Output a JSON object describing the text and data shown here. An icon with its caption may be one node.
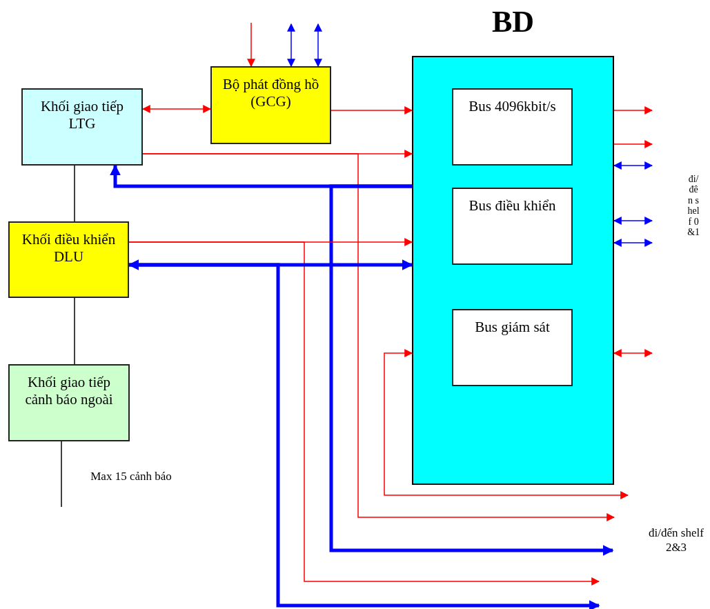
{
  "diagram": {
    "nodes": [
      {
        "text": [
          "Khối giao tiếp LTG"
        ]
      },
      {
        "text": [
          "Bộ phát đồng hồ (GCG)"
        ]
      },
      {
        "text": [
          "Khối điều khiển DLU"
        ]
      },
      {
        "text": [
          "Khối giao tiếp cảnh báo ngoài"
        ]
      },
      {
        "text": [
          "BD"
        ]
      },
      {
        "text": [
          "Bus 4096kbit/s"
        ],
        "in": 4
      },
      {
        "text": [
          "Bus điều khiển"
        ],
        "in": 4
      },
      {
        "text": [
          "Bus giám sát"
        ],
        "in": 4
      }
    ],
    "edges": [
      {
        "from": 0,
        "to": 1,
        "arrow": "both"
      },
      {
        "from": null,
        "to": 1,
        "arrow": "to"
      },
      {
        "from": 1,
        "to": null,
        "arrow": "both",
        "color": "#0000ff"
      },
      {
        "from": 1,
        "to": null,
        "arrow": "both",
        "color": "#0000ff"
      },
      {
        "from": 1,
        "to": 4,
        "arrow": "to"
      },
      {
        "from": 0,
        "to": 4,
        "arrow": "to"
      },
      {
        "from": 0,
        "to": null,
        "arrow": "to"
      },
      {
        "from": 4,
        "to": 0,
        "arrow": "to",
        "style": "thick",
        "color": "#0000ff"
      },
      {
        "from": 4,
        "to": null,
        "arrow": "to",
        "style": "thick",
        "color": "#0000ff"
      },
      {
        "from": 2,
        "to": 4,
        "arrow": "to"
      },
      {
        "from": 2,
        "to": null,
        "arrow": "to"
      },
      {
        "from": 2,
        "to": 4,
        "arrow": "both",
        "style": "thick",
        "color": "#0000ff"
      },
      {
        "from": 2,
        "to": null,
        "arrow": "to",
        "style": "thick",
        "color": "#0000ff"
      },
      {
        "from": null,
        "to": 4,
        "arrow": "both"
      },
      {
        "from": 4,
        "to": null,
        "arrow": "to"
      },
      {
        "from": 4,
        "to": null,
        "arrow": "to"
      },
      {
        "from": 4,
        "to": null,
        "arrow": "both",
        "color": "#0000ff"
      },
      {
        "from": 4,
        "to": null,
        "arrow": "both",
        "color": "#0000ff"
      },
      {
        "from": 4,
        "to": null,
        "arrow": "both",
        "color": "#0000ff"
      },
      {
        "from": 4,
        "to": null,
        "arrow": "both"
      },
      {
        "from": 0,
        "to": 2,
        "arrow": "none",
        "color": "#000000"
      },
      {
        "from": 2,
        "to": 3,
        "arrow": "none",
        "color": "#000000"
      },
      {
        "from": 3,
        "to": null,
        "arrow": "none",
        "color": "#000000"
      }
    ],
    "labels": [
      "đi/đên shelf 0&1",
      "Max 15 cảnh báo",
      "đi/đến shelf 2&3"
    ]
  }
}
